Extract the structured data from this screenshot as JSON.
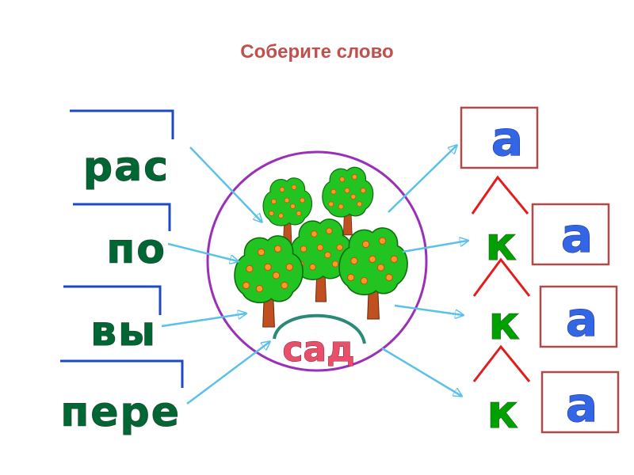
{
  "title": "Соберите слово",
  "prefixes": [
    "рас",
    "по",
    "вы",
    "пере"
  ],
  "root": "сад",
  "suffix": "к",
  "ending": "а",
  "colors": {
    "title": "#c0504d",
    "prefix": "#006633",
    "root": "#e8506a",
    "suffix": "#00a000",
    "ending": "#3366e6",
    "prefix_bracket": "#1f49c4",
    "arrow": "#5bc0ea",
    "circle": "#9b30b8",
    "ending_box": "#b04a4a",
    "suffix_caret": "#e01e1e",
    "root_arc": "#2a8a7a"
  },
  "icons": [
    "tree-icon",
    "arrow-icon"
  ]
}
